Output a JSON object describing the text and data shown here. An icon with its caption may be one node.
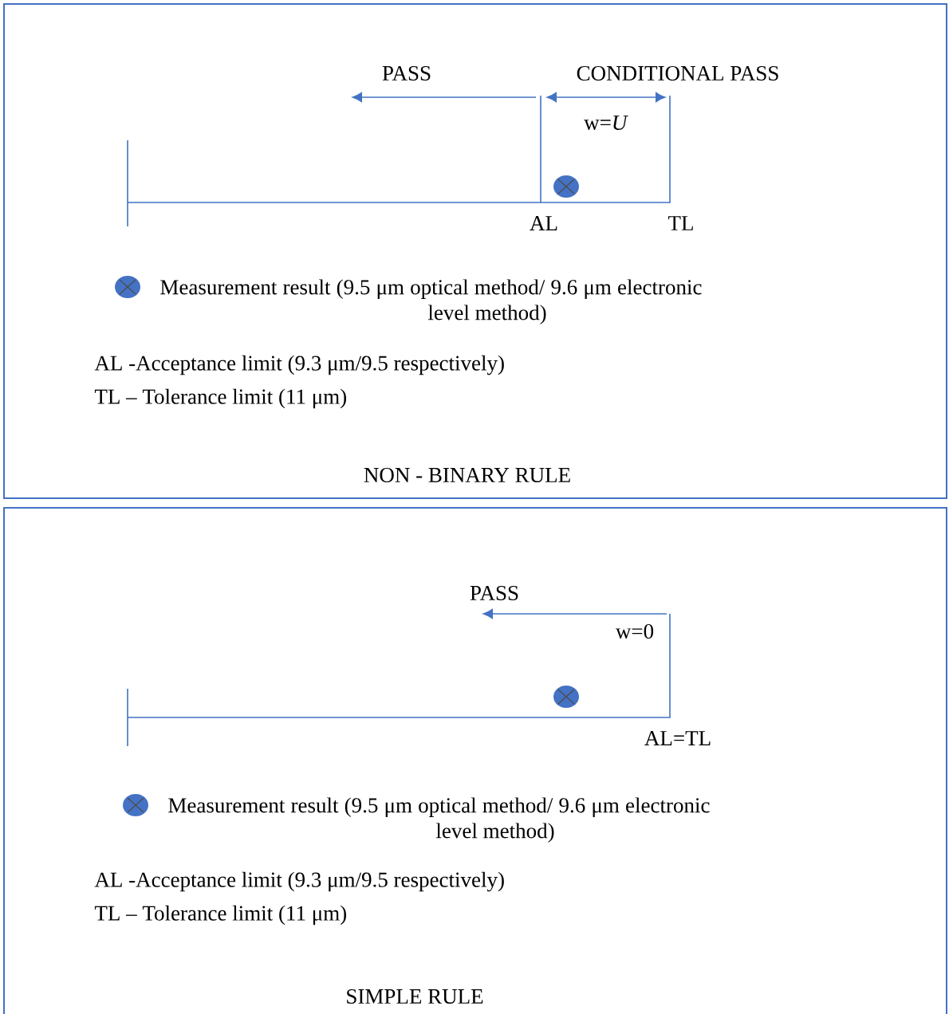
{
  "diagram": {
    "nodes": [
      {
        "text": [
          "NON - BINARY RULE"
        ]
      },
      {
        "text": [
          "SIMPLE RULE"
        ]
      }
    ],
    "labels": [
      "PASS",
      "CONDITIONAL PASS",
      "w=*U*",
      "AL",
      "TL",
      "AL -Acceptance limit (9.3 μm/9.5 respectively)",
      "TL – Tolerance limit (11 μm)",
      "PASS",
      "w=0",
      "AL=TL",
      "AL -Acceptance limit (9.3 μm/9.5 respectively)",
      "TL – Tolerance limit (11 μm)"
    ],
    "legend": [
      {
        "text": "Measurement result (9.5 μm optical method/ 9.6 μm electronic level method)"
      },
      {
        "text": "Measurement result (9.5 μm optical method/ 9.6 μm electronic level method)"
      }
    ]
  }
}
